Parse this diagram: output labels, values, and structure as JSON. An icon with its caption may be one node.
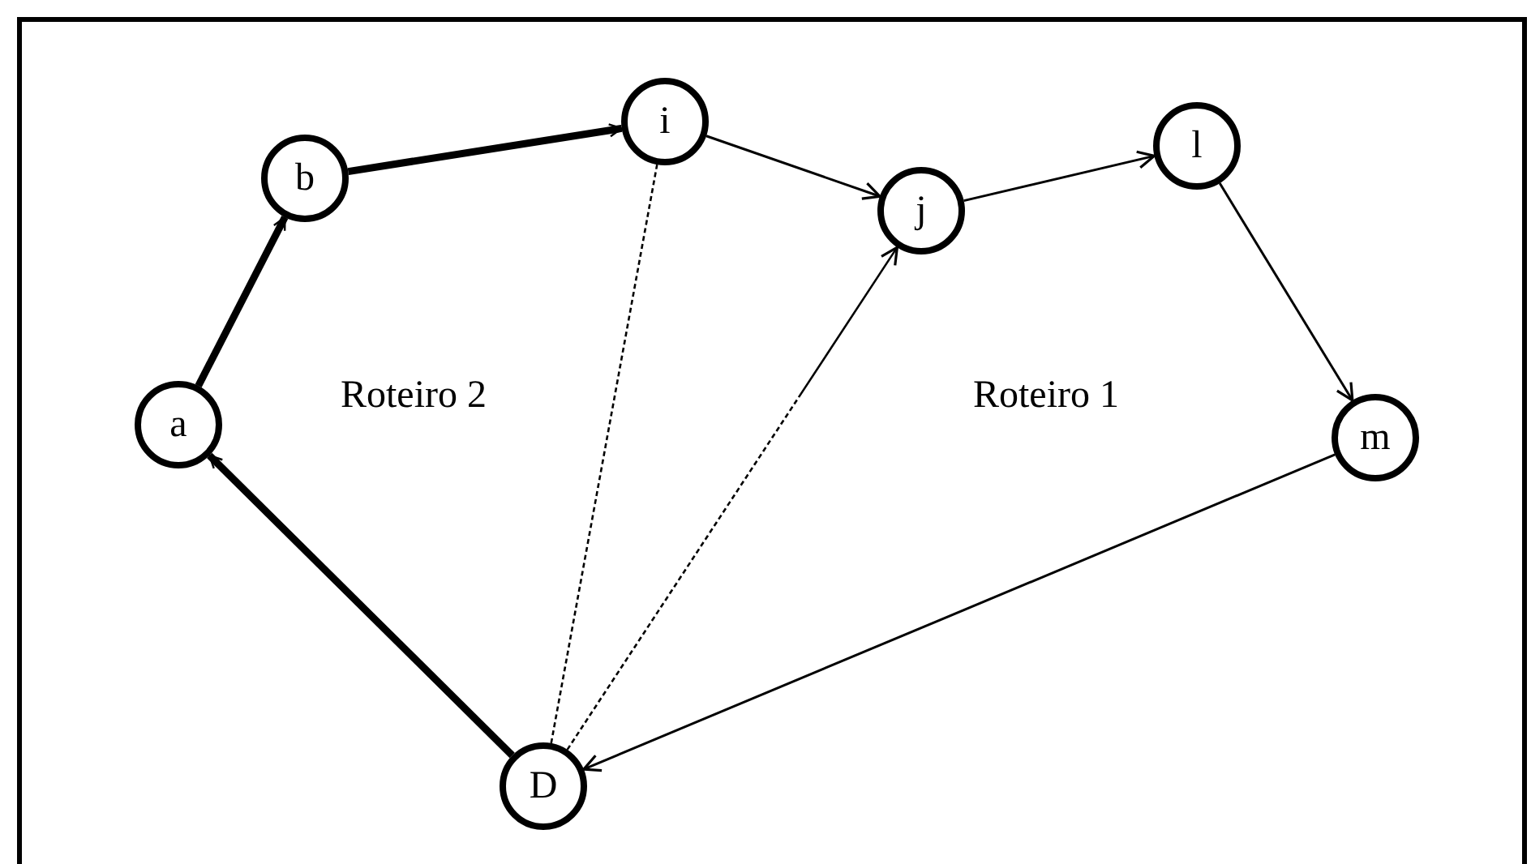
{
  "diagram": {
    "nodes": [
      {
        "text": [
          "a"
        ]
      },
      {
        "text": [
          "b"
        ]
      },
      {
        "text": [
          "i"
        ]
      },
      {
        "text": [
          "j"
        ]
      },
      {
        "text": [
          "l"
        ]
      },
      {
        "text": [
          "m"
        ]
      },
      {
        "text": [
          "D"
        ]
      }
    ],
    "edges": [
      {
        "from": 0,
        "to": 1,
        "arrow": "to",
        "style": "thick"
      },
      {
        "from": 1,
        "to": 2,
        "arrow": "to",
        "style": "thick"
      },
      {
        "from": 2,
        "to": 3,
        "arrow": "to"
      },
      {
        "from": 3,
        "to": 4,
        "arrow": "to"
      },
      {
        "from": 4,
        "to": 5,
        "arrow": "to"
      },
      {
        "from": 5,
        "to": 6,
        "arrow": "to"
      },
      {
        "from": 6,
        "to": 0,
        "arrow": "to",
        "style": "thick"
      },
      {
        "from": 6,
        "to": 2,
        "arrow": "none",
        "style": "dashed"
      },
      {
        "from": 6,
        "to": 3,
        "arrow": "to",
        "style": "dashed"
      }
    ],
    "labels": [
      "Roteiro 2",
      "Roteiro 1"
    ]
  }
}
